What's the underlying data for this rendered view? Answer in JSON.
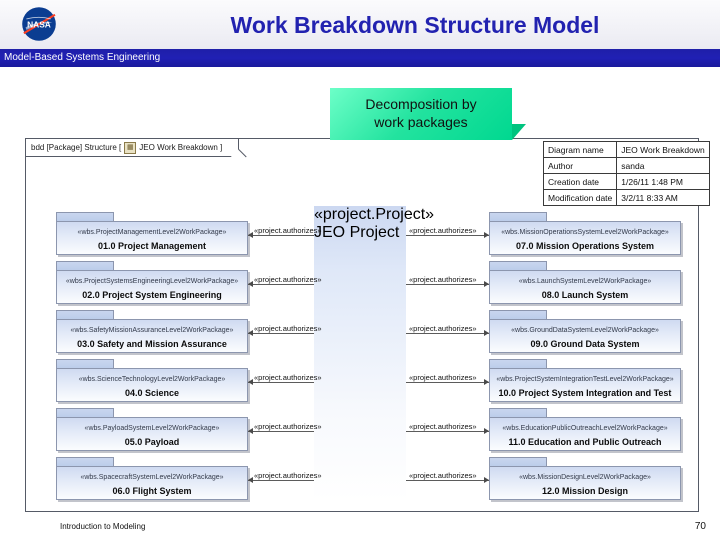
{
  "slide": {
    "title": "Work Breakdown Structure Model",
    "banner": "Model-Based Systems Engineering",
    "logo_alt": "nasa-logo",
    "footer_left": "Introduction to Modeling",
    "page_number": "70",
    "title_color": "#2222b0",
    "banner_color": "#2020b4"
  },
  "callout": {
    "line1": "Decomposition by",
    "line2": "work packages",
    "color": "#23e39f"
  },
  "diagram": {
    "frame_label_prefix": "bdd [Package] Structure [",
    "frame_label_suffix": "JEO Work Breakdown ]",
    "package_icon": "package-icon",
    "metadata": [
      {
        "key": "Diagram name",
        "value": "JEO Work Breakdown"
      },
      {
        "key": "Author",
        "value": "sanda"
      },
      {
        "key": "Creation date",
        "value": "1/26/11 1:48 PM"
      },
      {
        "key": "Modification date",
        "value": "3/2/11 8:33 AM"
      }
    ],
    "center": {
      "stereotype": "«project.Project»",
      "name": "JEO Project"
    },
    "relation_label": "«project.authorizes»",
    "left_packages": [
      {
        "stereotype": "«wbs.ProjectManagementLevel2WorkPackage»",
        "name": "01.0 Project Management"
      },
      {
        "stereotype": "«wbs.ProjectSystemsEngineeringLevel2WorkPackage»",
        "name": "02.0 Project System Engineering"
      },
      {
        "stereotype": "«wbs.SafetyMissionAssuranceLevel2WorkPackage»",
        "name": "03.0 Safety and Mission Assurance"
      },
      {
        "stereotype": "«wbs.ScienceTechnologyLevel2WorkPackage»",
        "name": "04.0 Science"
      },
      {
        "stereotype": "«wbs.PayloadSystemLevel2WorkPackage»",
        "name": "05.0 Payload"
      },
      {
        "stereotype": "«wbs.SpacecraftSystemLevel2WorkPackage»",
        "name": "06.0 Flight System"
      }
    ],
    "right_packages": [
      {
        "stereotype": "«wbs.MissionOperationsSystemLevel2WorkPackage»",
        "name": "07.0 Mission Operations System"
      },
      {
        "stereotype": "«wbs.LaunchSystemLevel2WorkPackage»",
        "name": "08.0 Launch System"
      },
      {
        "stereotype": "«wbs.GroundDataSystemLevel2WorkPackage»",
        "name": "09.0 Ground Data System"
      },
      {
        "stereotype": "«wbs.ProjectSystemIntegrationTestLevel2WorkPackage»",
        "name": "10.0 Project System Integration and Test"
      },
      {
        "stereotype": "«wbs.EducationPublicOutreachLevel2WorkPackage»",
        "name": "11.0 Education and Public Outreach"
      },
      {
        "stereotype": "«wbs.MissionDesignLevel2WorkPackage»",
        "name": "12.0 Mission Design"
      }
    ]
  }
}
